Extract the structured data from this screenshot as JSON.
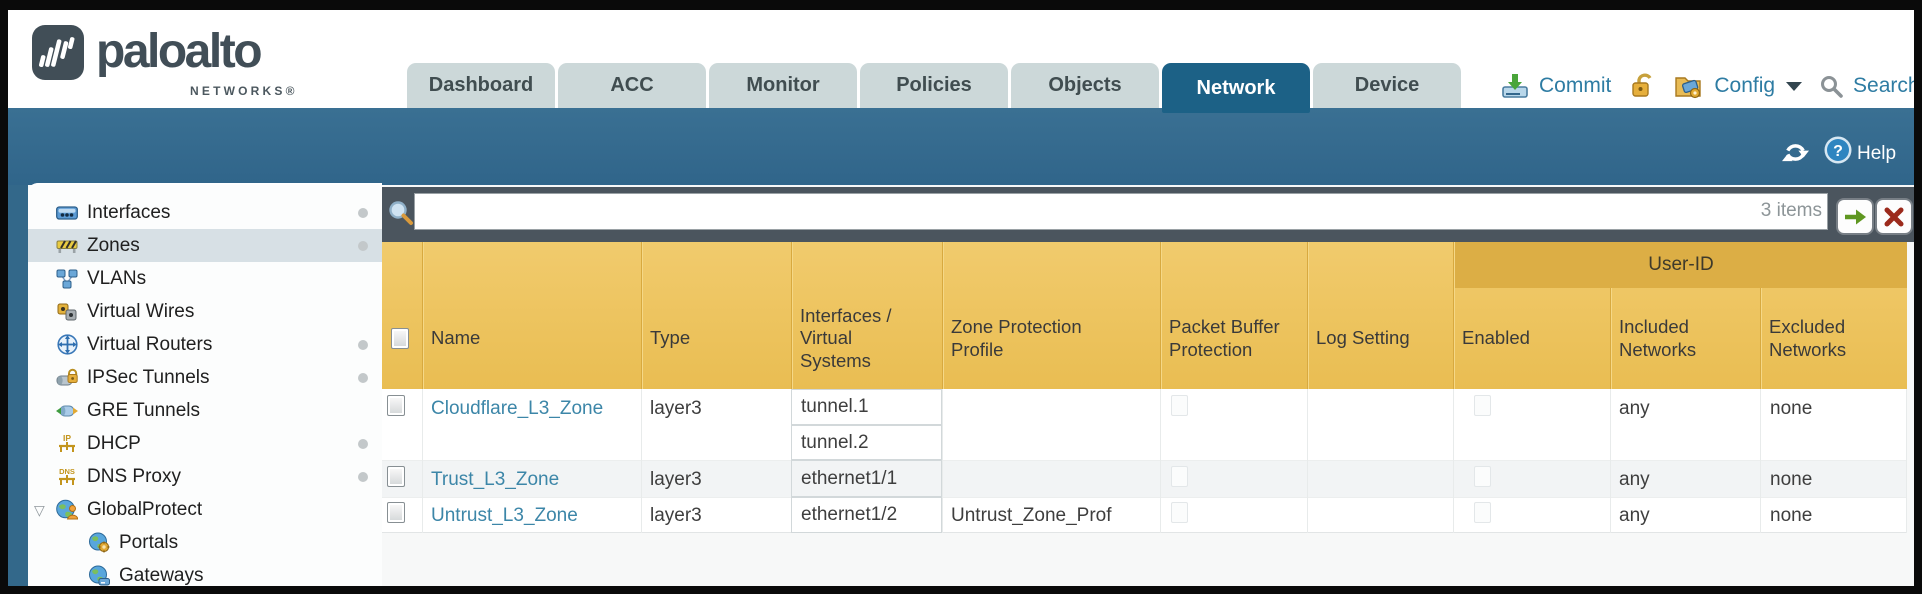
{
  "brand": {
    "wordmark": "paloalto",
    "subtext": "NETWORKS®"
  },
  "tabs": [
    {
      "label": "Dashboard"
    },
    {
      "label": "ACC"
    },
    {
      "label": "Monitor"
    },
    {
      "label": "Policies"
    },
    {
      "label": "Objects"
    },
    {
      "label": "Network"
    },
    {
      "label": "Device"
    }
  ],
  "toolbar": {
    "commit": "Commit",
    "config": "Config",
    "search": "Search"
  },
  "banner": {
    "help": "Help"
  },
  "filter": {
    "items_count": "3 items",
    "query": ""
  },
  "sidebar": {
    "items": [
      {
        "label": "Interfaces"
      },
      {
        "label": "Zones"
      },
      {
        "label": "VLANs"
      },
      {
        "label": "Virtual Wires"
      },
      {
        "label": "Virtual Routers"
      },
      {
        "label": "IPSec Tunnels"
      },
      {
        "label": "GRE Tunnels"
      },
      {
        "label": "DHCP"
      },
      {
        "label": "DNS Proxy"
      },
      {
        "label": "GlobalProtect"
      },
      {
        "label": "Portals"
      },
      {
        "label": "Gateways"
      }
    ]
  },
  "table": {
    "group_header": "User-ID",
    "columns": {
      "name": "Name",
      "type": "Type",
      "interfaces": "Interfaces / Virtual Systems",
      "zone_protection_profile": "Zone Protection Profile",
      "packet_buffer_protection": "Packet Buffer Protection",
      "log_setting": "Log Setting",
      "enabled": "Enabled",
      "included_networks": "Included Networks",
      "excluded_networks": "Excluded Networks"
    },
    "rows": [
      {
        "name": "Cloudflare_L3_Zone",
        "type": "layer3",
        "interfaces": [
          "tunnel.1",
          "tunnel.2"
        ],
        "zone_protection_profile": "",
        "log_setting": "",
        "included_networks": "any",
        "excluded_networks": "none"
      },
      {
        "name": "Trust_L3_Zone",
        "type": "layer3",
        "interfaces": [
          "ethernet1/1"
        ],
        "zone_protection_profile": "",
        "log_setting": "",
        "included_networks": "any",
        "excluded_networks": "none"
      },
      {
        "name": "Untrust_L3_Zone",
        "type": "layer3",
        "interfaces": [
          "ethernet1/2"
        ],
        "zone_protection_profile": "Untrust_Zone_Prof",
        "log_setting": "",
        "included_networks": "any",
        "excluded_networks": "none"
      }
    ]
  },
  "colors": {
    "accent_teal": "#33688a",
    "header_yellow": "#eec45c",
    "group_gold": "#dcae45",
    "link_blue": "#3c86a8",
    "active_tab": "#1c6186"
  }
}
